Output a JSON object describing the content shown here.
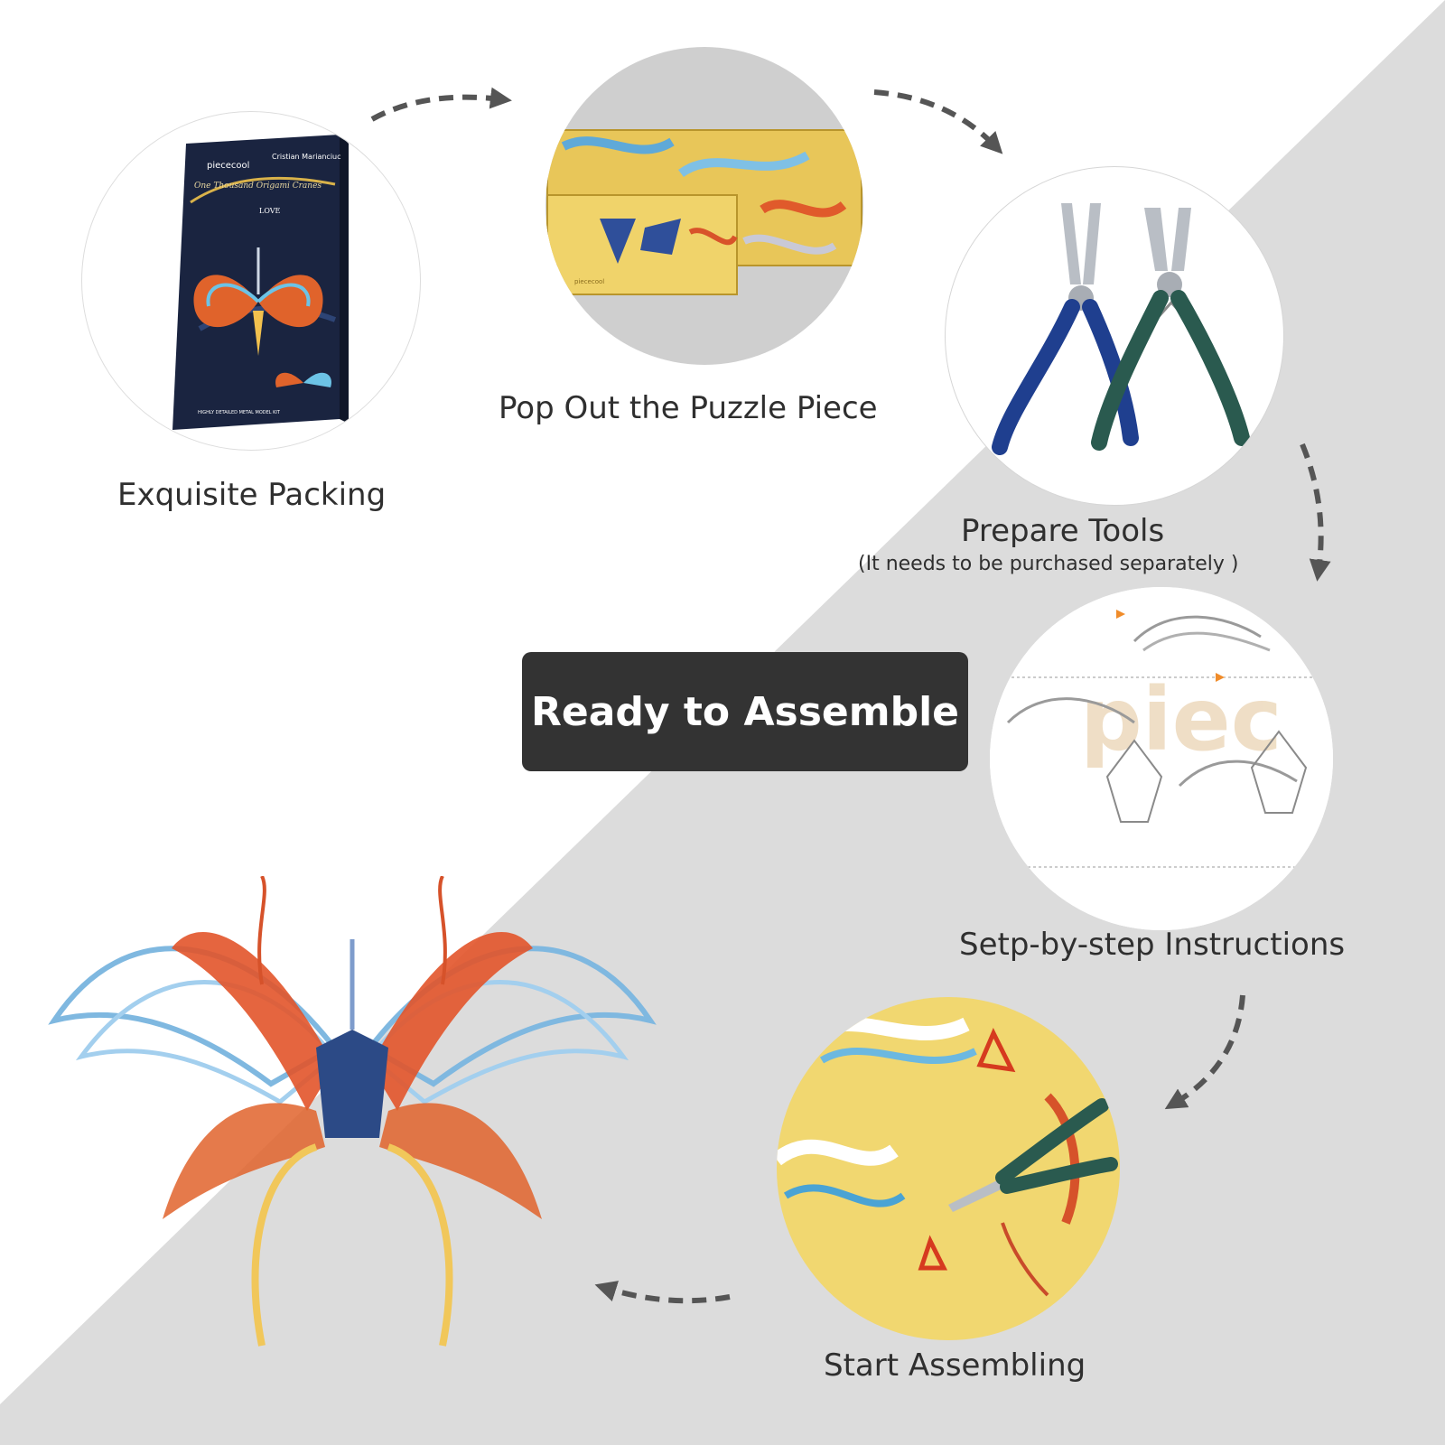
{
  "steps": [
    {
      "label": "Exquisite Packing"
    },
    {
      "label": "Pop Out the Puzzle Piece"
    },
    {
      "label": "Prepare Tools",
      "note": "(It needs to be purchased separately  )"
    },
    {
      "label": "Setp-by-step Instructions"
    },
    {
      "label": "Start Assembling"
    }
  ],
  "banner": {
    "text": "Ready to Assemble"
  },
  "packaging": {
    "brand": "piececool",
    "collab": "Cristian Marianciuc",
    "series": "One Thousand Origami Cranes",
    "model": "LOVE",
    "kit": "HIGHLY DETAILED METAL MODEL KIT"
  },
  "watermark": "piec",
  "colors": {
    "banner_bg": "#333333",
    "diagonal_bg": "#dcdcdc",
    "text": "#2f2f2f",
    "arrow": "#555555"
  }
}
